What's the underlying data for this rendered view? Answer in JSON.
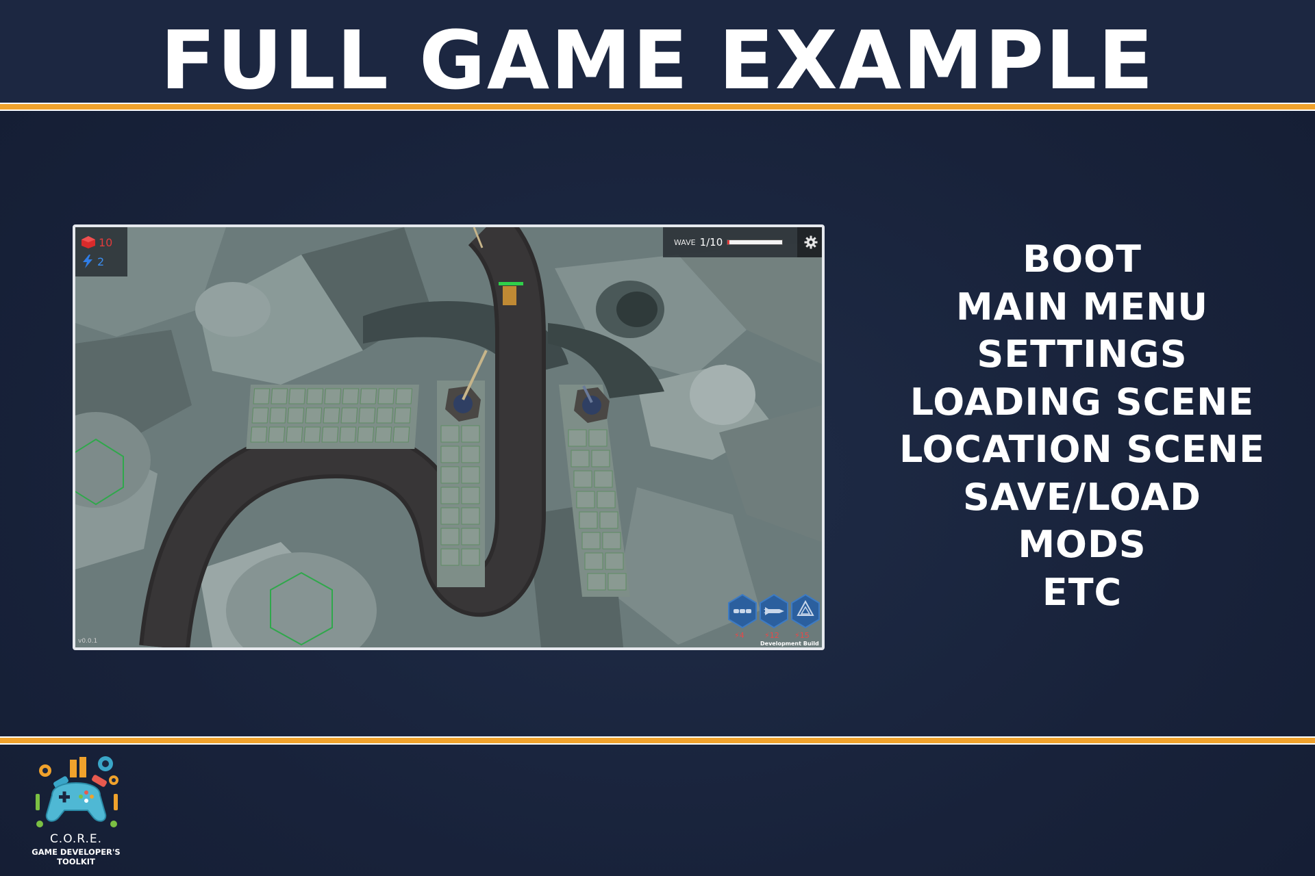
{
  "header": {
    "title": "FULL GAME EXAMPLE"
  },
  "colors": {
    "background": "#1b2740",
    "accent_stripe": "#f0a22c",
    "text": "#ffffff"
  },
  "game": {
    "hud": {
      "health": {
        "icon": "red-cube-icon",
        "value": "10"
      },
      "energy": {
        "icon": "lightning-icon",
        "value": "2"
      },
      "wave": {
        "label": "WAVE",
        "value": "1/10",
        "progress": 0.04
      },
      "settings_icon": "gear-icon"
    },
    "towers": [
      {
        "icon": "triple-bullet-icon",
        "cost": "4"
      },
      {
        "icon": "missile-icon",
        "cost": "12"
      },
      {
        "icon": "crystal-icon",
        "cost": "15"
      }
    ],
    "version": "v0.0.1",
    "build_label": "Development Build"
  },
  "features": [
    "BOOT",
    "MAIN MENU",
    "SETTINGS",
    "LOADING SCENE",
    "LOCATION SCENE",
    "SAVE/LOAD",
    "MODS",
    "ETC"
  ],
  "logo": {
    "name": "C.O.R.E.",
    "tagline": "GAME DEVELOPER'S TOOLKIT",
    "icon": "gamepad-gears-icon"
  }
}
